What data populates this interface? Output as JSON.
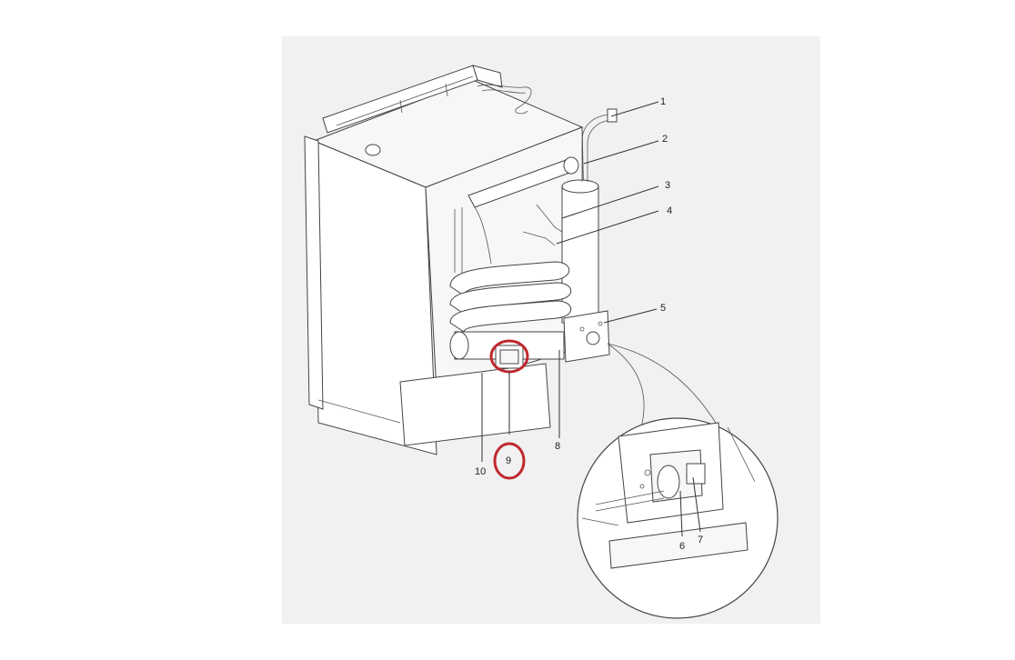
{
  "diagram": {
    "callouts": [
      {
        "id": "1",
        "text": "1"
      },
      {
        "id": "2",
        "text": "2"
      },
      {
        "id": "3",
        "text": "3"
      },
      {
        "id": "4",
        "text": "4"
      },
      {
        "id": "5",
        "text": "5"
      },
      {
        "id": "6",
        "text": "6"
      },
      {
        "id": "7",
        "text": "7"
      },
      {
        "id": "8",
        "text": "8"
      },
      {
        "id": "9",
        "text": "9"
      },
      {
        "id": "10",
        "text": "10"
      }
    ],
    "highlight_color": "#c0282e",
    "line_color": "#444444",
    "background_color": "#f1f1f1"
  }
}
